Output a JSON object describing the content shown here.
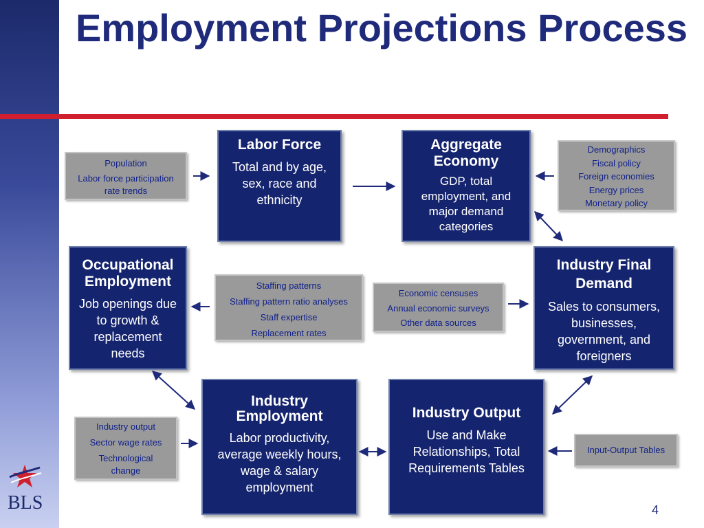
{
  "slide": {
    "title": "Employment Projections Process",
    "page_number": "4",
    "logo_text": "BLS"
  },
  "boxes": {
    "labor_force": {
      "title": "Labor Force",
      "body": "Total and by age, sex, race and ethnicity"
    },
    "aggregate_economy": {
      "title": "Aggregate Economy",
      "body": "GDP, total employment, and major demand categories"
    },
    "occupational_employment": {
      "title": "Occupational Employment",
      "body": "Job openings due to growth & replacement needs"
    },
    "industry_final_demand": {
      "title": "Industry Final Demand",
      "body": "Sales to consumers, businesses, government, and foreigners"
    },
    "industry_employment": {
      "title": "Industry Employment",
      "body": "Labor productivity, average weekly hours, wage & salary employment"
    },
    "industry_output": {
      "title": "Industry Output",
      "body": "Use and Make Relationships, Total Requirements Tables"
    }
  },
  "inputs": {
    "population": [
      "Population",
      "Labor force participation rate trends"
    ],
    "demographics": [
      "Demographics",
      "Fiscal policy",
      "Foreign economies",
      "Energy prices",
      "Monetary policy"
    ],
    "staffing": [
      "Staffing patterns",
      "Staffing pattern ratio analyses",
      "Staff expertise",
      "Replacement rates"
    ],
    "censuses": [
      "Economic censuses",
      "Annual economic surveys",
      "Other data sources"
    ],
    "industry_inputs": [
      "Industry output",
      "Sector wage rates",
      "Technological change"
    ],
    "io_tables": [
      "Input-Output Tables"
    ]
  },
  "colors": {
    "title": "#1f2a7a",
    "box_fill": "#15246e",
    "input_fill": "#9a9a9a",
    "input_text": "#10218a",
    "accent_line": "#d01f2e",
    "arrow": "#1f2a7a"
  }
}
